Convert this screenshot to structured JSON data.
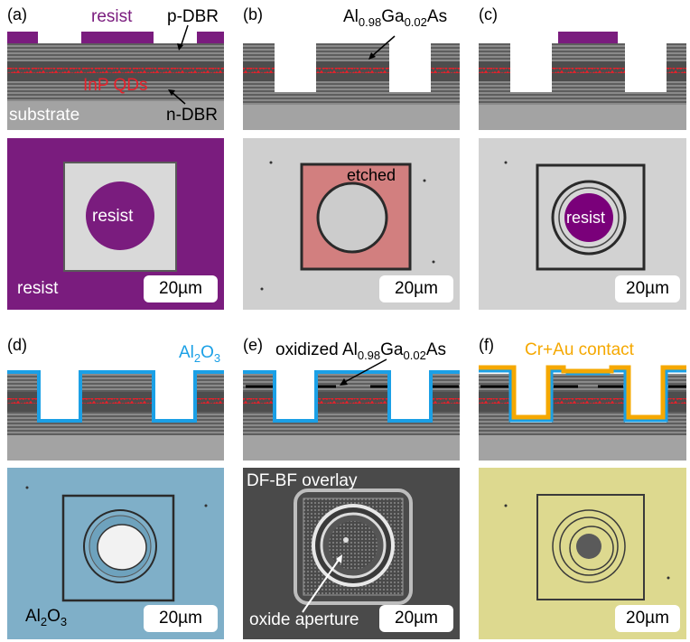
{
  "panels": {
    "a": {
      "letter": "(a)",
      "resist_top": "resist",
      "p_dbr": "p-DBR",
      "inp_qds": "InP QDs",
      "substrate": "substrate",
      "n_dbr": "n-DBR",
      "micro_resist_center": "resist",
      "micro_resist_corner": "resist",
      "scale": "20µm"
    },
    "b": {
      "letter": "(b)",
      "alga_prefix": "Al",
      "alga_sub1": "0.98",
      "alga_mid": "Ga",
      "alga_sub2": "0.02",
      "alga_suffix": "As",
      "etched": "etched",
      "scale": "20µm"
    },
    "c": {
      "letter": "(c)",
      "micro_resist": "resist",
      "scale": "20µm"
    },
    "d": {
      "letter": "(d)",
      "al2o3_prefix": "Al",
      "al2o3_sub1": "2",
      "al2o3_mid": "O",
      "al2o3_sub2": "3",
      "micro_al2o3_prefix": "Al",
      "micro_al2o3_sub1": "2",
      "micro_al2o3_mid": "O",
      "micro_al2o3_sub2": "3",
      "scale": "20µm"
    },
    "e": {
      "letter": "(e)",
      "ox_prefix": "oxidized Al",
      "ox_sub1": "0.98",
      "ox_mid": "Ga",
      "ox_sub2": "0.02",
      "ox_suffix": "As",
      "overlay": "DF-BF overlay",
      "aperture": "oxide aperture",
      "scale": "20µm"
    },
    "f": {
      "letter": "(f)",
      "contact": "Cr+Au contact",
      "scale": "20µm"
    }
  },
  "colors": {
    "resist": "#7a1c7e",
    "qd_red": "#e8202a",
    "al2o3_blue": "#1ba0e6",
    "gold": "#f5a800",
    "etched_pink": "#d27f7f",
    "micro_gray": "#d2d2d2",
    "micro_blue": "#7fafc8",
    "micro_yellow": "#ddd98f",
    "micro_dark": "#5a5a5a"
  }
}
